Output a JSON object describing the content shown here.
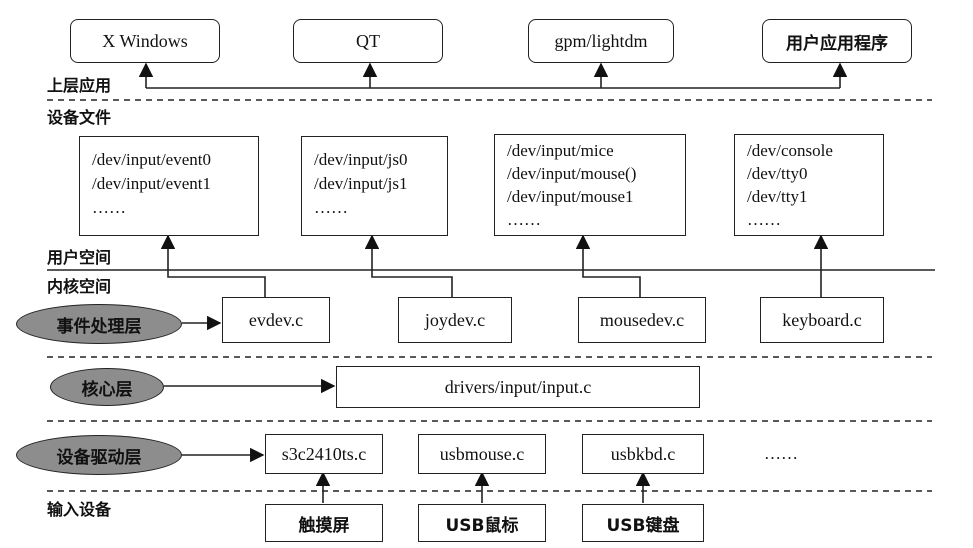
{
  "top_apps": [
    "X Windows",
    "QT",
    "gpm/lightdm",
    "用户应用程序"
  ],
  "layer_labels": {
    "upper_app": "上层应用",
    "device_files": "设备文件",
    "user_space": "用户空间",
    "kernel_space": "内核空间",
    "input_devices": "输入设备"
  },
  "device_files": {
    "event": [
      "/dev/input/event0",
      "/dev/input/event1",
      "……"
    ],
    "js": [
      "/dev/input/js0",
      "/dev/input/js1",
      "……"
    ],
    "mouse": [
      "/dev/input/mice",
      "/dev/input/mouse()",
      "/dev/input/mouse1",
      "……"
    ],
    "console": [
      "/dev/console",
      "/dev/tty0",
      "/dev/tty1",
      "……"
    ]
  },
  "event_layer": {
    "label": "事件处理层",
    "handlers": [
      "evdev.c",
      "joydev.c",
      "mousedev.c",
      "keyboard.c"
    ]
  },
  "core_layer": {
    "label": "核心层",
    "module": "drivers/input/input.c"
  },
  "driver_layer": {
    "label": "设备驱动层",
    "drivers": [
      "s3c2410ts.c",
      "usbmouse.c",
      "usbkbd.c"
    ],
    "more": "……"
  },
  "input_devices": [
    "触摸屏",
    "USB鼠标",
    "USB键盘"
  ]
}
